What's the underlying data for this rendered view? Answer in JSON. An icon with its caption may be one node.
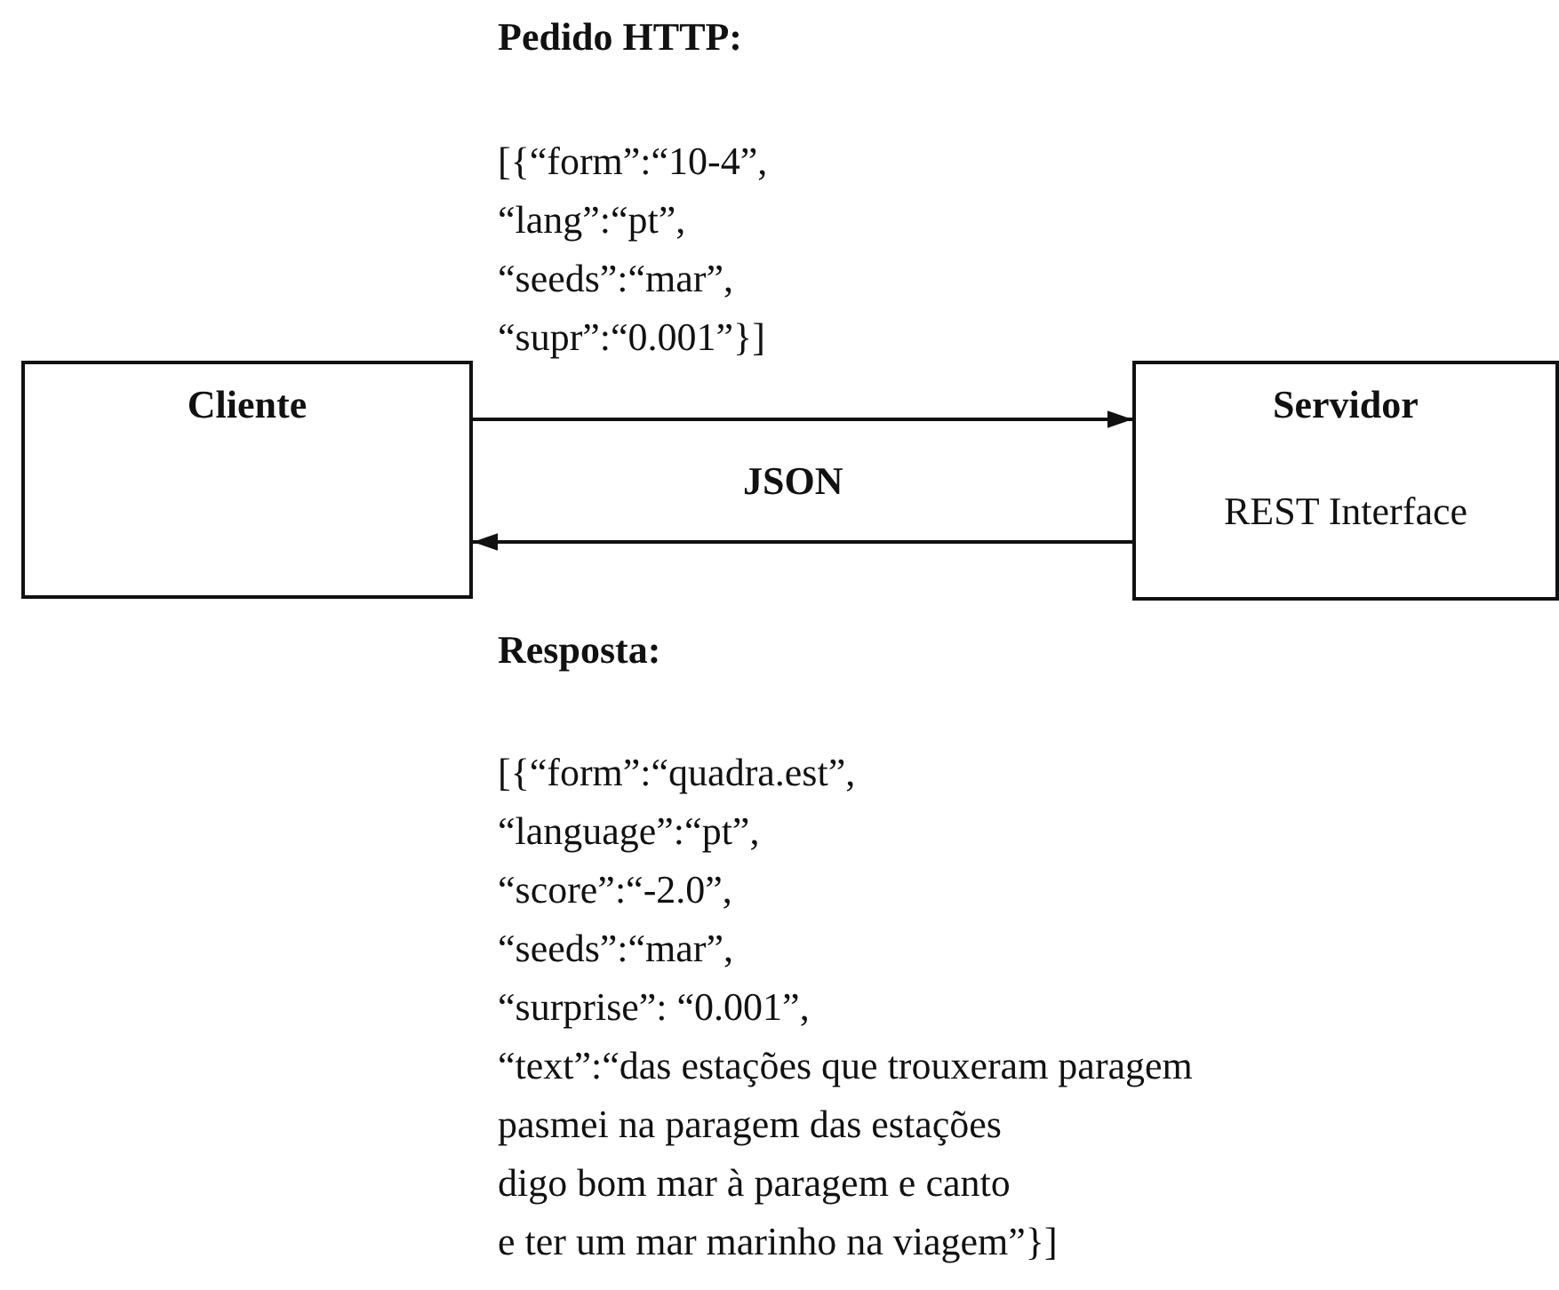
{
  "diagram": {
    "nodes": [
      {
        "text": [
          "Cliente"
        ]
      },
      {
        "text": [
          "Servidor",
          "REST Interface"
        ]
      }
    ],
    "edges": [
      {
        "from": 0,
        "to": 1,
        "arrow": "to"
      },
      {
        "from": 1,
        "to": 0,
        "arrow": "to"
      }
    ],
    "labels": [
      "Pedido HTTP:",
      "[{“form”:“10-4”,",
      "“lang”:“pt”,",
      "“seeds”:“mar”,",
      "“supr”:“0.001”}]",
      "JSON",
      "Resposta:",
      "[{“form”:“quadra.est”,",
      "“language”:“pt”,",
      "“score”:“-2.0”,",
      "“seeds”:“mar”,",
      "“surprise”: “0.001”,",
      "“text”:“das estações que trouxeram paragem",
      "pasmei na paragem das estações",
      "digo bom mar à paragem e canto",
      "e ter um mar marinho na viagem”}]"
    ]
  }
}
